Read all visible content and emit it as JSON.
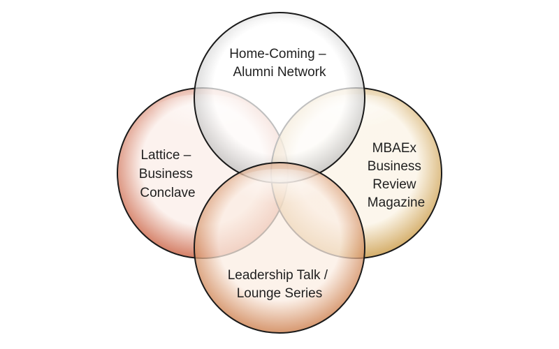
{
  "diagram": {
    "circles": [
      {
        "id": "top",
        "lines": [
          "Home-Coming –",
          "Alumni Network"
        ],
        "fill_light": "#ffffff",
        "fill_dark": "#b8b8b8",
        "stroke": "#1a1a1a"
      },
      {
        "id": "left",
        "lines": [
          "Lattice –",
          "Business",
          "Conclave"
        ],
        "fill_light": "#fbeee9",
        "fill_dark": "#c85a3a",
        "stroke": "#1a1a1a"
      },
      {
        "id": "right",
        "lines": [
          "MBAEx",
          "Business",
          "Review",
          "Magazine"
        ],
        "fill_light": "#fbf4e6",
        "fill_dark": "#c8963e",
        "stroke": "#1a1a1a"
      },
      {
        "id": "bottom",
        "lines": [
          "Leadership Talk /",
          "Lounge Series"
        ],
        "fill_light": "#fbede3",
        "fill_dark": "#c9753f",
        "stroke": "#1a1a1a"
      }
    ]
  }
}
